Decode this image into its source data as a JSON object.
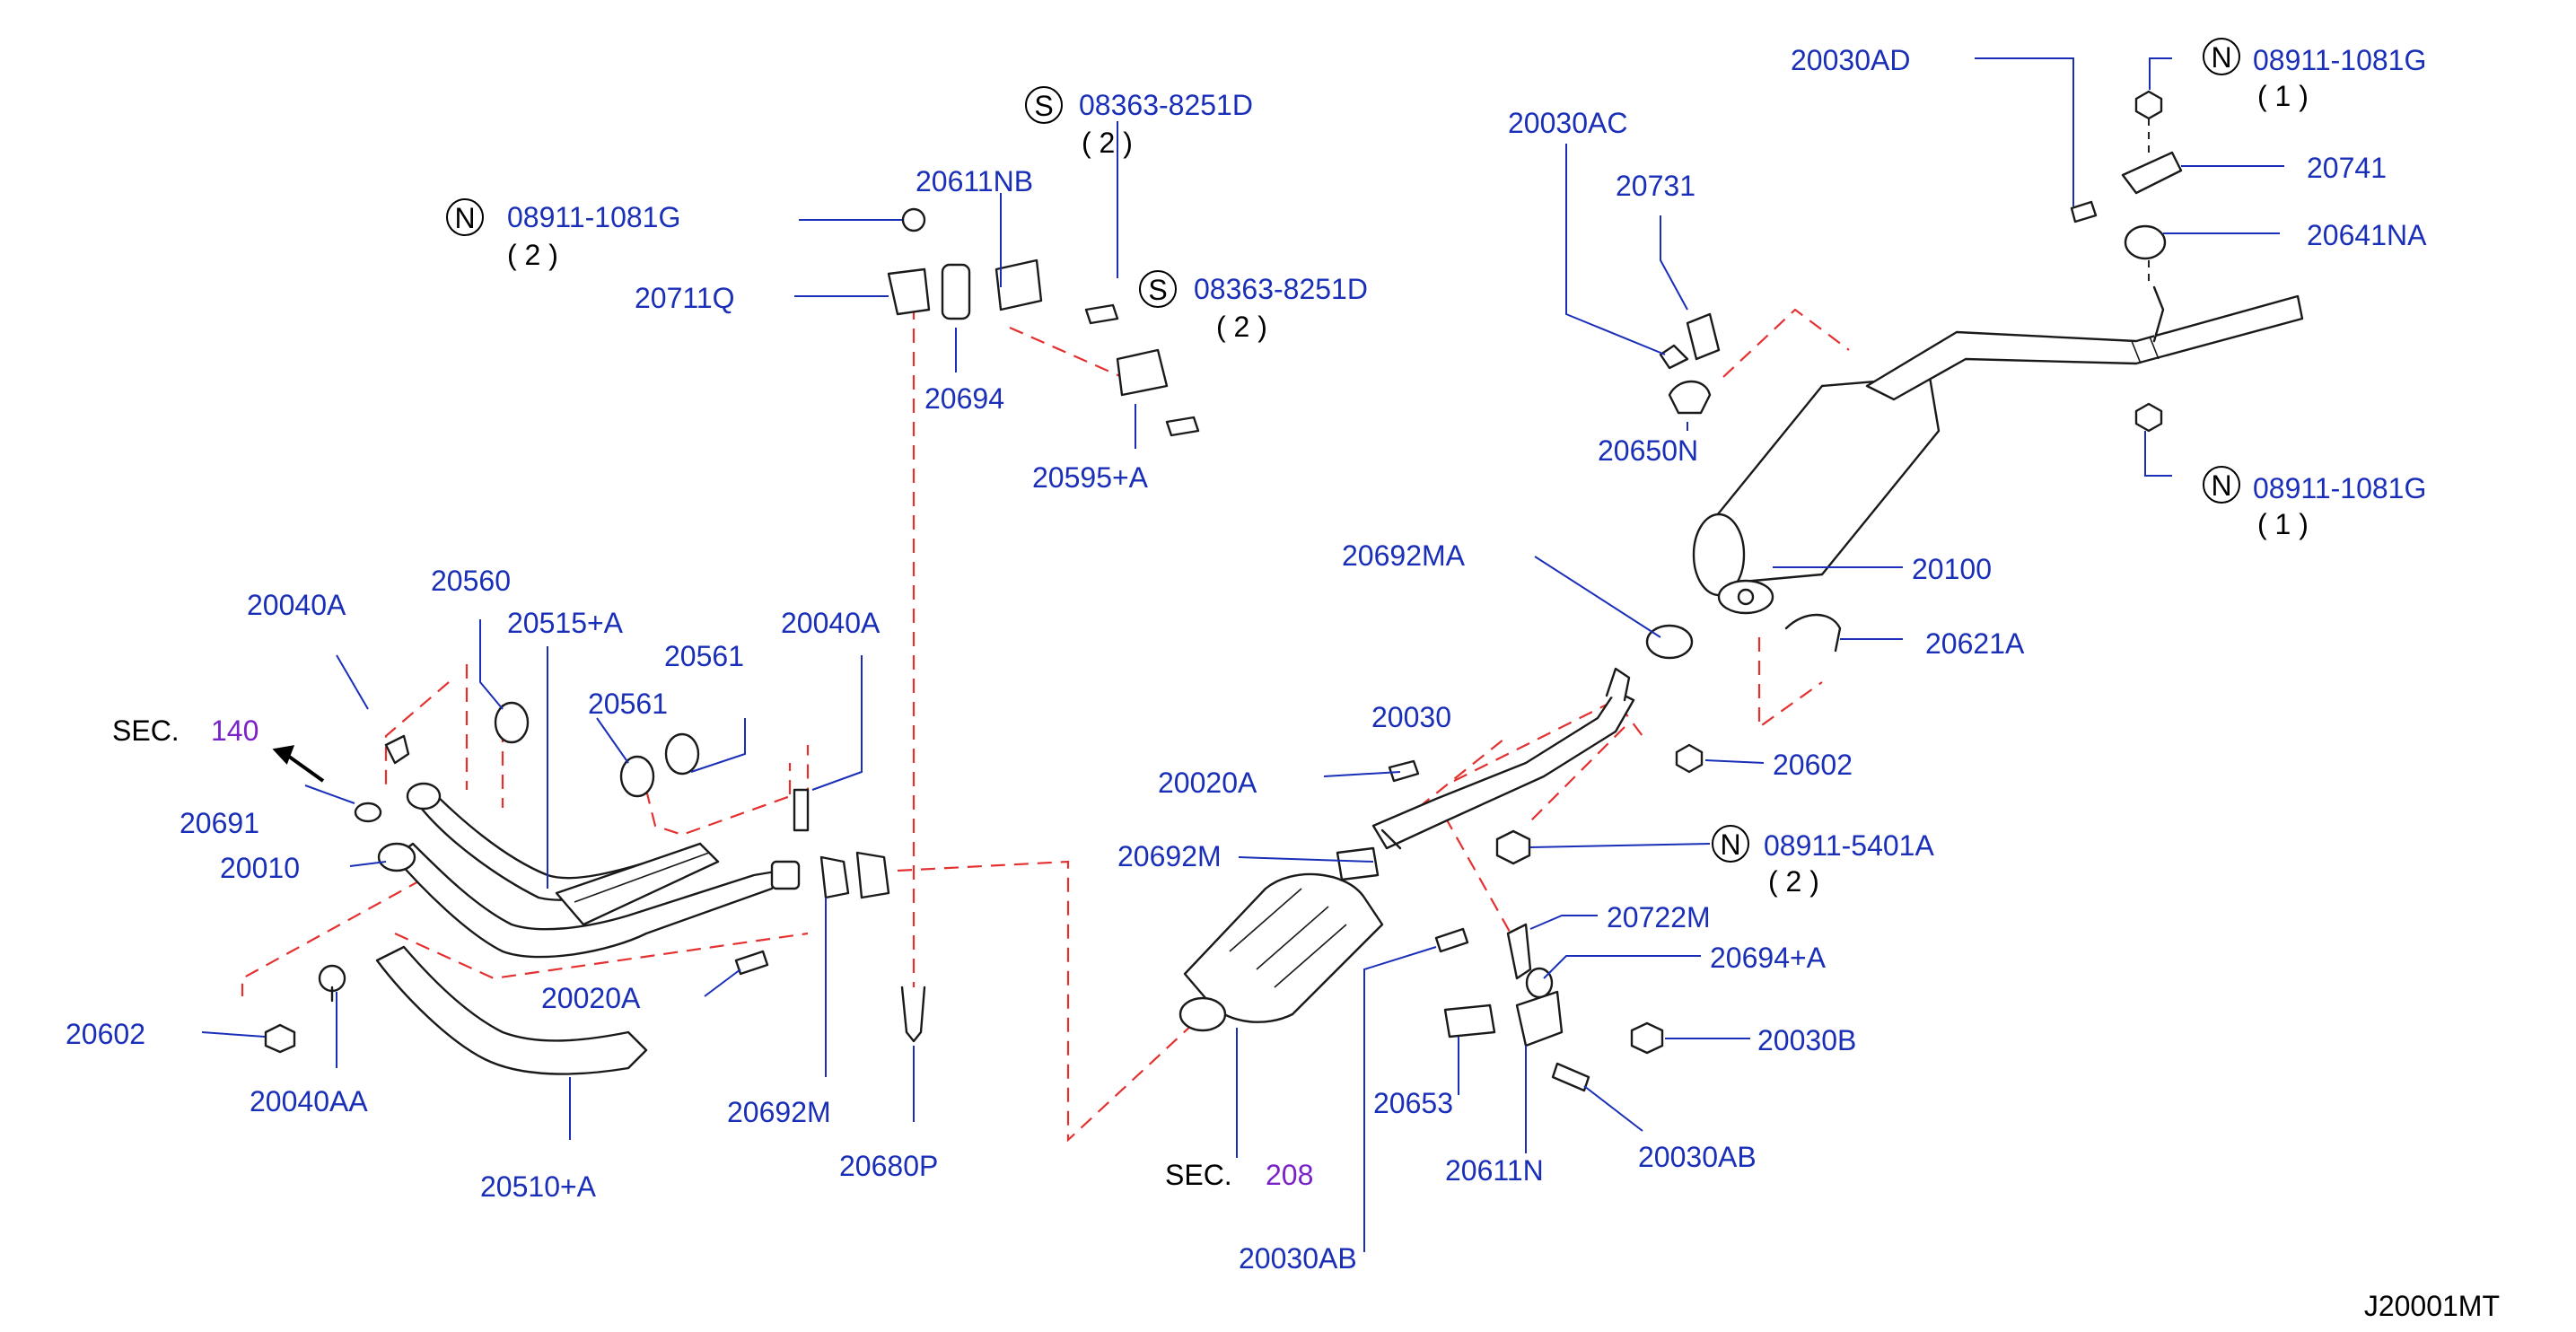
{
  "colors": {
    "label": "#1a2fb8",
    "section": "#7a22c8",
    "dashed_line": "#e53030",
    "outline": "#1a1a1a"
  },
  "diagram_code": "J20001MT",
  "sections": [
    {
      "prefix": "SEC.",
      "number": "140"
    },
    {
      "prefix": "SEC.",
      "number": "208"
    }
  ],
  "callouts": [
    {
      "symbol": "S",
      "part": "08363-8251D",
      "qty": "( 2 )"
    },
    {
      "symbol": "S",
      "part": "08363-8251D",
      "qty": "( 2 )"
    },
    {
      "symbol": "N",
      "part": "08911-1081G",
      "qty": "( 2 )"
    },
    {
      "symbol": "N",
      "part": "08911-1081G",
      "qty": "( 1 )"
    },
    {
      "symbol": "N",
      "part": "08911-1081G",
      "qty": "( 1 )"
    },
    {
      "symbol": "N",
      "part": "08911-5401A",
      "qty": "( 2 )"
    }
  ],
  "labels": {
    "l20611nb": "20611NB",
    "l20711q": "20711Q",
    "l20694": "20694",
    "l20595a": "20595+A",
    "l20040a_1": "20040A",
    "l20560": "20560",
    "l20515a": "20515+A",
    "l20561_b": "20561",
    "l20561_a": "20561",
    "l20040a_2": "20040A",
    "l20691": "20691",
    "l20010": "20010",
    "l20602_a": "20602",
    "l20040aa": "20040AA",
    "l20020a_1": "20020A",
    "l20692m_1": "20692M",
    "l20510a": "20510+A",
    "l20680p": "20680P",
    "l20030ad": "20030AD",
    "l20030ac": "20030AC",
    "l20731": "20731",
    "l20741": "20741",
    "l20641na": "20641NA",
    "l20650n": "20650N",
    "l20692ma": "20692MA",
    "l20100": "20100",
    "l20621a": "20621A",
    "l20030": "20030",
    "l20602_b": "20602",
    "l20020a_2": "20020A",
    "l20692m_2": "20692M",
    "l20722m": "20722M",
    "l20694a": "20694+A",
    "l20030b": "20030B",
    "l20653": "20653",
    "l20611n": "20611N",
    "l20030ab_1": "20030AB",
    "l20030ab_2": "20030AB"
  }
}
